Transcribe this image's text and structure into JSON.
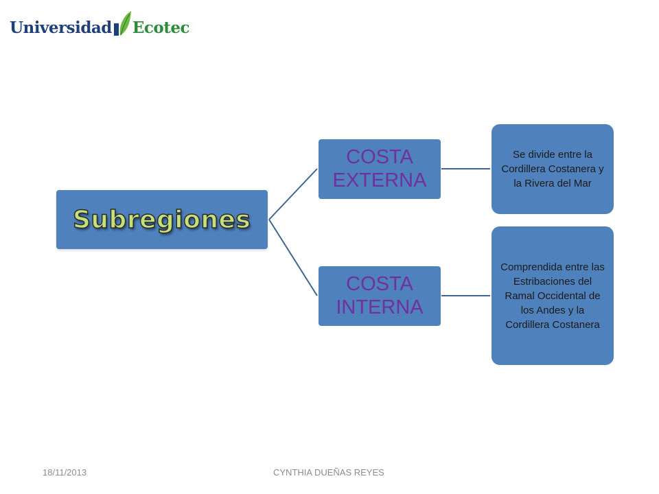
{
  "logo": {
    "word_1": "Universidad",
    "word_2": "Ecotec",
    "icon": "leaf-icon",
    "colors": {
      "navy": "#1f3f7a",
      "green": "#2e8b3a"
    }
  },
  "diagram": {
    "root": {
      "label": "Subregiones"
    },
    "branches": [
      {
        "label": "COSTA EXTERNA",
        "description": "Se divide entre la Cordillera Costanera y la Rivera del Mar"
      },
      {
        "label": "COSTA INTERNA",
        "description": "Comprendida entre las Estribaciones del Ramal Occidental de los Andes y la Cordillera Costanera"
      }
    ],
    "colors": {
      "box_fill": "#4f81bd",
      "connector": "#3e6496",
      "root_text": "#c5e07a",
      "branch_text": "#7030a0"
    }
  },
  "footer": {
    "date": "18/11/2013",
    "author": "CYNTHIA DUEÑAS REYES"
  }
}
